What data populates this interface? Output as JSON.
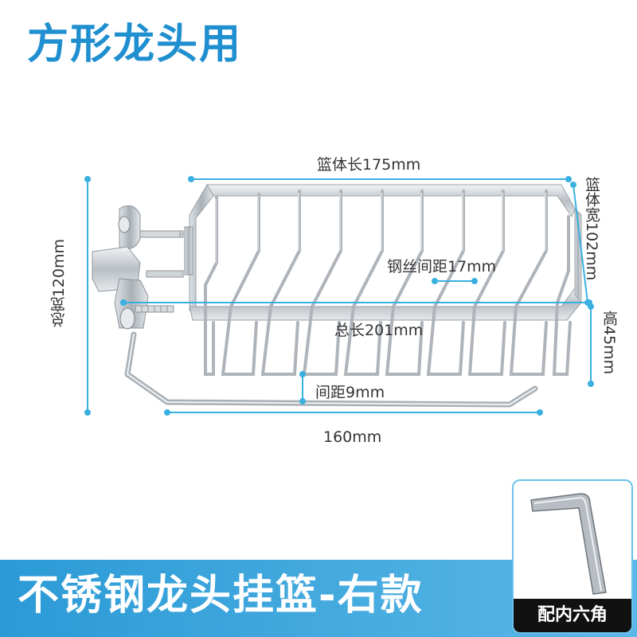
{
  "title": "方形龙头用",
  "dimensions": {
    "basket_length": "篮体长175mm",
    "basket_width": "篮体宽102mm",
    "height": "高45mm",
    "total_width": "总宽120mm",
    "wire_spacing": "钢丝间距17mm",
    "total_length": "总长201mm",
    "gap": "间距9mm",
    "bottom_length": "160mm"
  },
  "banner": {
    "text": "不锈钢龙头挂篮-右款"
  },
  "accessory": {
    "label": "配内六角"
  },
  "colors": {
    "title": "#1f8fd0",
    "dimension_line": "#3ab0e0",
    "banner": "#2b9ad6",
    "steel": "#c9ced3"
  }
}
